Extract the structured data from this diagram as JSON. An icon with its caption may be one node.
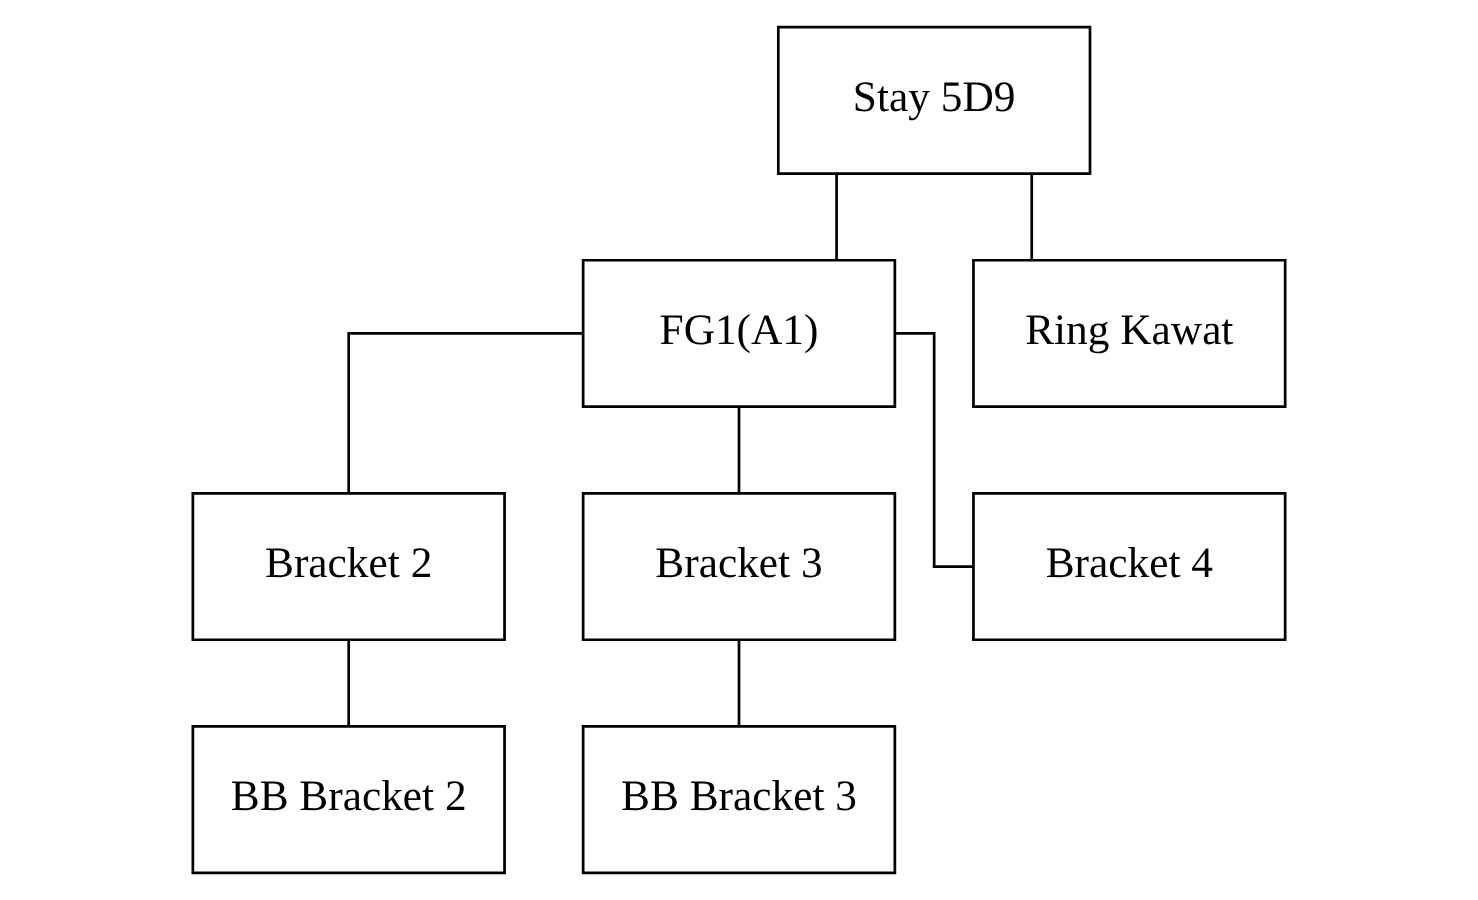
{
  "diagram": {
    "nodes": [
      {
        "text": [
          "Stay 5D9"
        ]
      },
      {
        "text": [
          "FG1(A1)"
        ]
      },
      {
        "text": [
          "Ring Kawat"
        ]
      },
      {
        "text": [
          "Bracket 2"
        ]
      },
      {
        "text": [
          "Bracket 3"
        ]
      },
      {
        "text": [
          "Bracket 4"
        ]
      },
      {
        "text": [
          "BB Bracket 2"
        ]
      },
      {
        "text": [
          "BB Bracket 3"
        ]
      }
    ],
    "edges": [
      {
        "from": 0,
        "to": 1,
        "arrow": "none"
      },
      {
        "from": 0,
        "to": 2,
        "arrow": "none"
      },
      {
        "from": 1,
        "to": 3,
        "arrow": "none"
      },
      {
        "from": 1,
        "to": 4,
        "arrow": "none"
      },
      {
        "from": 1,
        "to": 5,
        "arrow": "none"
      },
      {
        "from": 3,
        "to": 6,
        "arrow": "none"
      },
      {
        "from": 4,
        "to": 7,
        "arrow": "none"
      }
    ]
  }
}
